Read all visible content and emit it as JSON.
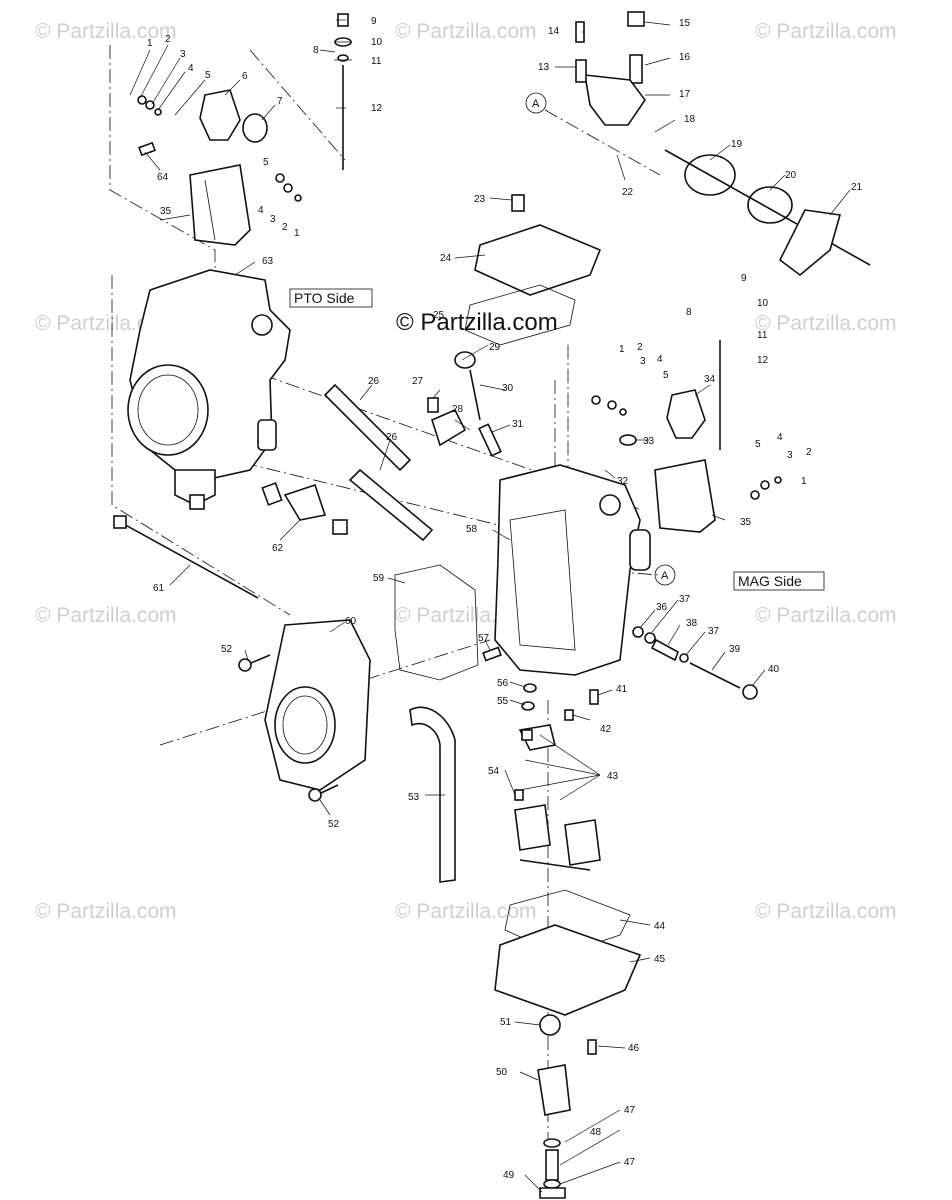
{
  "watermark": {
    "text": "© Partzilla.com",
    "center_text": "© Partzilla.com"
  },
  "labels": {
    "pto_side": "PTO Side",
    "mag_side": "MAG Side",
    "ref_a": "A"
  },
  "callouts": [
    "1",
    "2",
    "3",
    "4",
    "5",
    "6",
    "7",
    "8",
    "9",
    "10",
    "11",
    "12",
    "9",
    "10",
    "11",
    "8",
    "12",
    "13",
    "14",
    "15",
    "16",
    "17",
    "18",
    "19",
    "20",
    "21",
    "22",
    "23",
    "24",
    "25",
    "26",
    "26",
    "27",
    "28",
    "29",
    "30",
    "31",
    "32",
    "33",
    "34",
    "35",
    "35",
    "36",
    "37",
    "38",
    "37",
    "39",
    "40",
    "41",
    "42",
    "43",
    "44",
    "45",
    "46",
    "47",
    "48",
    "47",
    "49",
    "50",
    "51",
    "52",
    "52",
    "53",
    "54",
    "55",
    "56",
    "57",
    "58",
    "59",
    "60",
    "61",
    "62",
    "63",
    "64",
    "1",
    "2",
    "3",
    "4",
    "5",
    "5",
    "4",
    "3",
    "2",
    "1",
    "5",
    "4",
    "3",
    "2",
    "1"
  ],
  "colors": {
    "ink": "#111111",
    "watermark": "#cfcfcf",
    "background": "#ffffff"
  }
}
